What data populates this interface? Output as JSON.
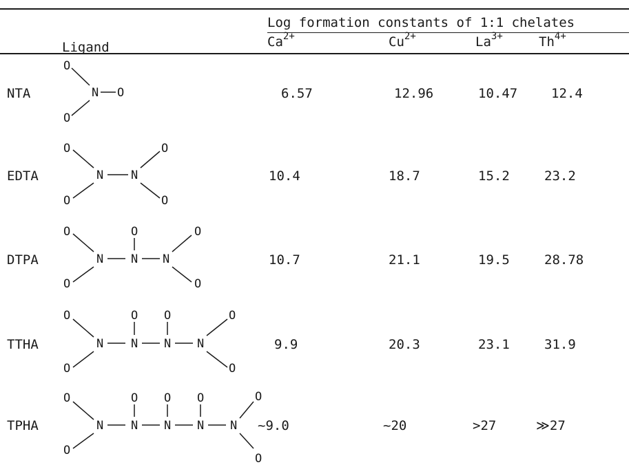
{
  "header": {
    "ligand_label": "Ligand",
    "group_label": "Log formation constants of 1:1 chelates",
    "columns": [
      {
        "ion": "Ca",
        "charge": "2+"
      },
      {
        "ion": "Cu",
        "charge": "2+"
      },
      {
        "ion": "La",
        "charge": "3+"
      },
      {
        "ion": "Th",
        "charge": "4+"
      }
    ]
  },
  "structure_labels": {
    "nitrogen": "N",
    "oxygen": "O"
  },
  "rows": [
    {
      "ligand": "NTA",
      "values": [
        "6.57",
        "12.96",
        "10.47",
        "12.4"
      ]
    },
    {
      "ligand": "EDTA",
      "values": [
        "10.4",
        "18.7",
        "15.2",
        "23.2"
      ]
    },
    {
      "ligand": "DTPA",
      "values": [
        "10.7",
        "21.1",
        "19.5",
        "28.78"
      ]
    },
    {
      "ligand": "TTHA",
      "values": [
        "9.9",
        "20.3",
        "23.1",
        "31.9"
      ]
    },
    {
      "ligand": "TPHA",
      "values": [
        "~9.0",
        "~20",
        ">27",
        "≫27"
      ]
    }
  ]
}
